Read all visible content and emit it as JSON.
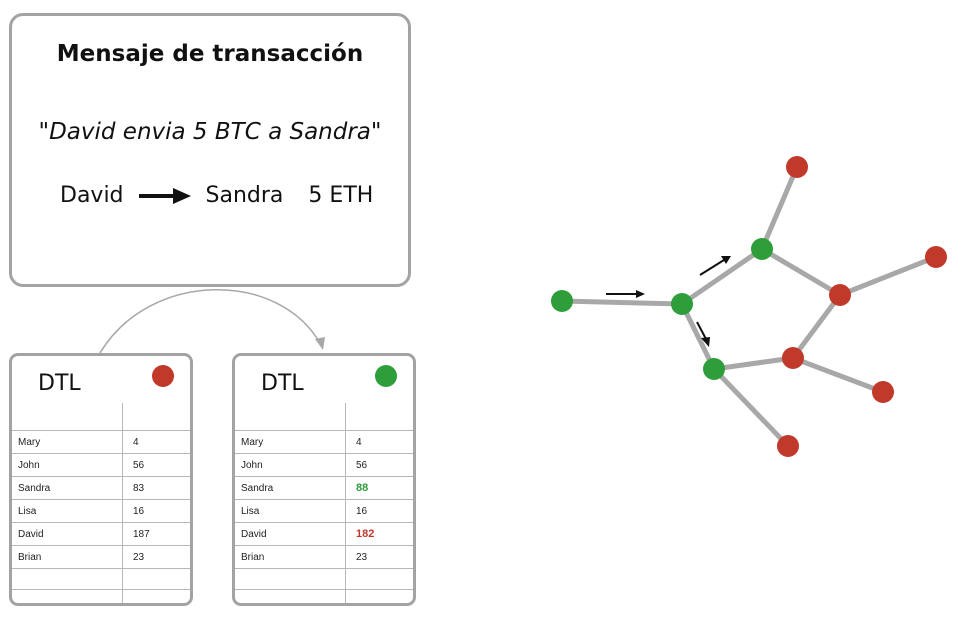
{
  "message_card": {
    "title": "Mensaje de transacción",
    "quote": "\"David envia 5 BTC a Sandra\"",
    "sender": "David",
    "receiver": "Sandra",
    "amount": "5 ETH"
  },
  "ledger_before": {
    "title": "DTL",
    "status_color": "#c0392b",
    "rows": [
      {
        "name": "Mary",
        "value": "4"
      },
      {
        "name": "John",
        "value": "56"
      },
      {
        "name": "Sandra",
        "value": "83"
      },
      {
        "name": "Lisa",
        "value": "16"
      },
      {
        "name": "David",
        "value": "187"
      },
      {
        "name": "Brian",
        "value": "23"
      }
    ]
  },
  "ledger_after": {
    "title": "DTL",
    "status_color": "#2e9e3a",
    "rows": [
      {
        "name": "Mary",
        "value": "4"
      },
      {
        "name": "John",
        "value": "56"
      },
      {
        "name": "Sandra",
        "value": "88"
      },
      {
        "name": "Lisa",
        "value": "16"
      },
      {
        "name": "David",
        "value": "182"
      },
      {
        "name": "Brian",
        "value": "23"
      }
    ]
  },
  "colors": {
    "node_green": "#2e9e3a",
    "node_red": "#c0392b",
    "edge": "#a8a8a8",
    "border": "#a3a3a3"
  }
}
